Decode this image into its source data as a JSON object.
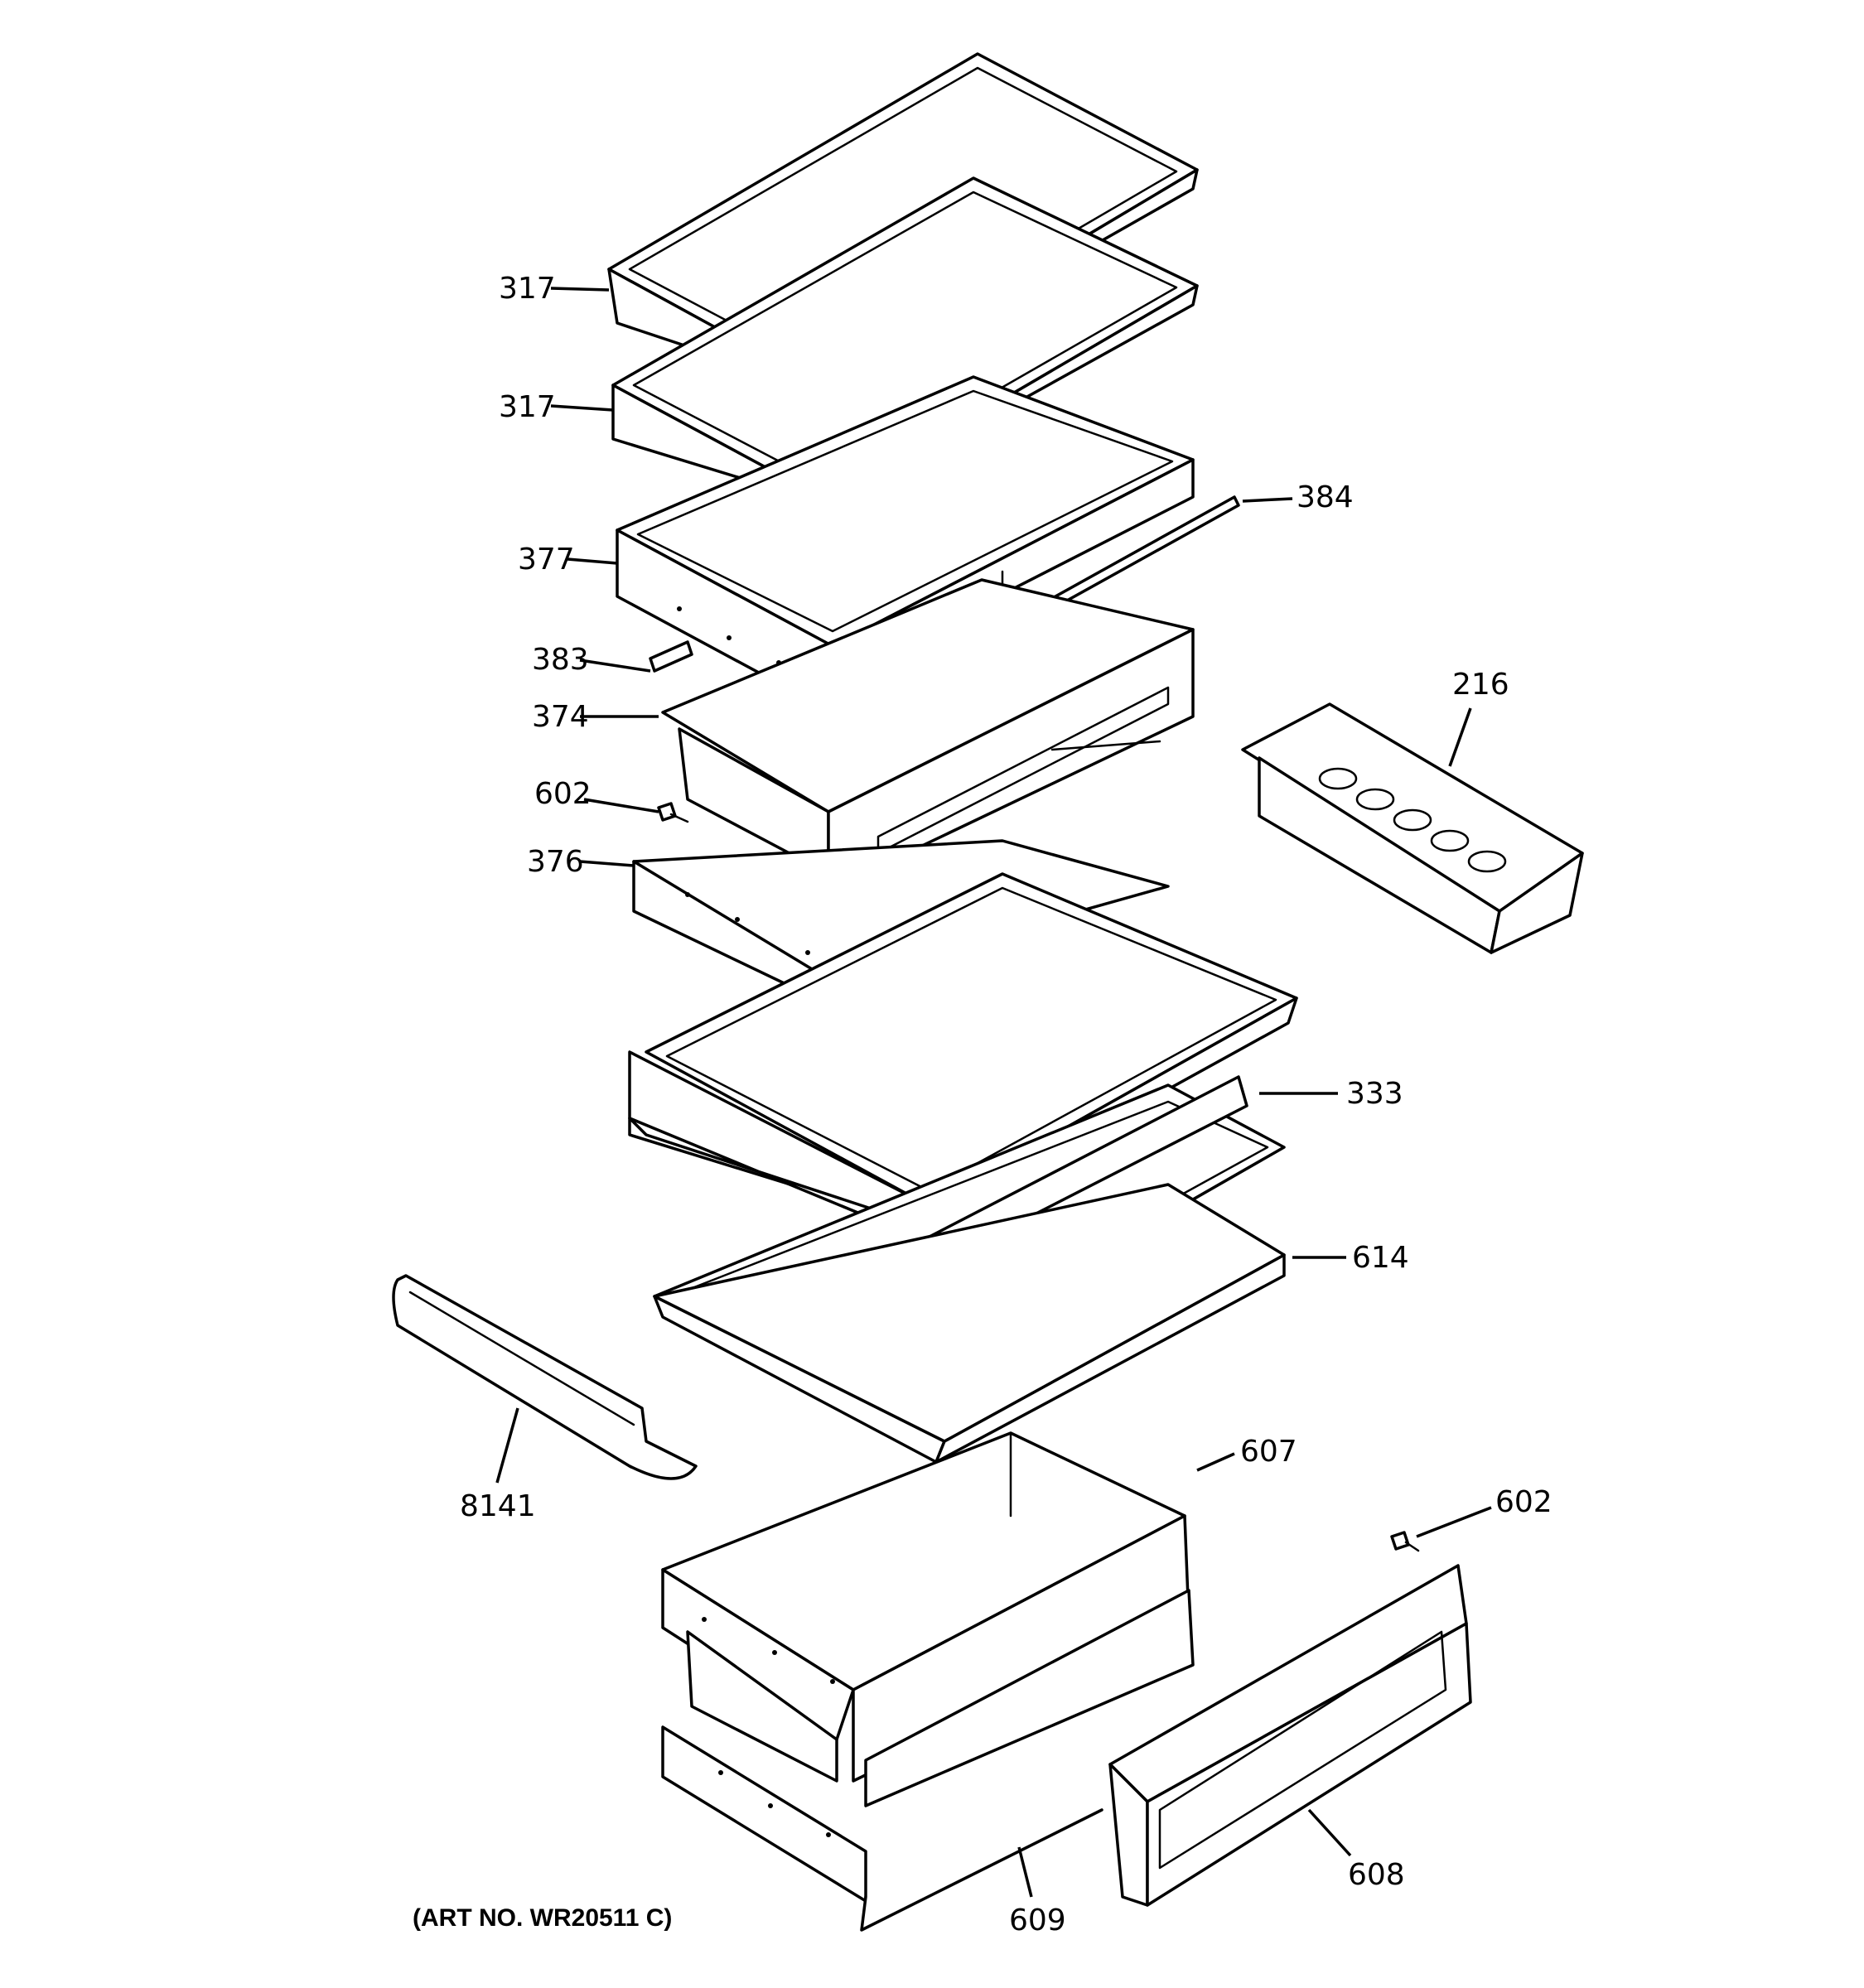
{
  "callouts": {
    "c317a": "317",
    "c317b": "317",
    "c384": "384",
    "c377": "377",
    "c383": "383",
    "c374": "374",
    "c216": "216",
    "c602a": "602",
    "c376": "376",
    "c333": "333",
    "c614": "614",
    "c8141": "8141",
    "c607": "607",
    "c602b": "602",
    "c608": "608",
    "c609": "609"
  },
  "art_number": "(ART NO. WR20511 C)"
}
